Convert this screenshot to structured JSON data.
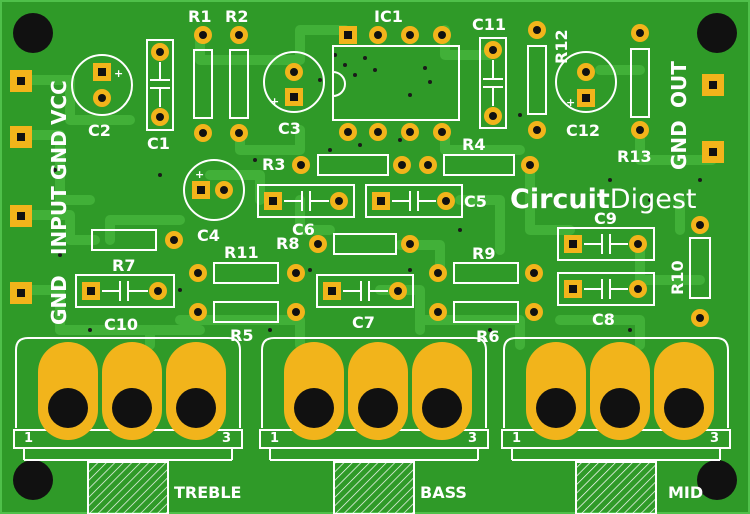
{
  "board": {
    "colors": {
      "mask": "#2f9a28",
      "mask_dark": "#1f7a1c",
      "trace": "#3eae34",
      "copper": "#f2b41b",
      "silk": "#ffffff",
      "hole": "#111111"
    },
    "brand": {
      "part1": "Circuit",
      "part2": "Digest"
    },
    "side_labels": {
      "vcc": "VCC",
      "gnd1": "GND",
      "input": "INPUT",
      "gnd2": "GND",
      "gnd_out_gnd": "GND",
      "gnd_out_out": "OUT"
    },
    "refs": {
      "r1": "R1",
      "r2": "R2",
      "r3": "R3",
      "r4": "R4",
      "r5": "R5",
      "r6": "R6",
      "r7": "R7",
      "r8": "R8",
      "r9": "R9",
      "r10": "R10",
      "r11": "R11",
      "r12": "R12",
      "r13": "R13",
      "c1": "C1",
      "c2": "C2",
      "c3": "C3",
      "c4": "C4",
      "c5": "C5",
      "c6": "C6",
      "c7": "C7",
      "c8": "C8",
      "c9": "C9",
      "c10": "C10",
      "c11": "C11",
      "c12": "C12",
      "ic1": "IC1"
    },
    "pots": [
      {
        "name": "TREBLE",
        "pin1": "1",
        "pin3": "3"
      },
      {
        "name": "BASS",
        "pin1": "1",
        "pin3": "3"
      },
      {
        "name": "MID",
        "pin1": "1",
        "pin3": "3"
      }
    ],
    "plus": "+"
  }
}
